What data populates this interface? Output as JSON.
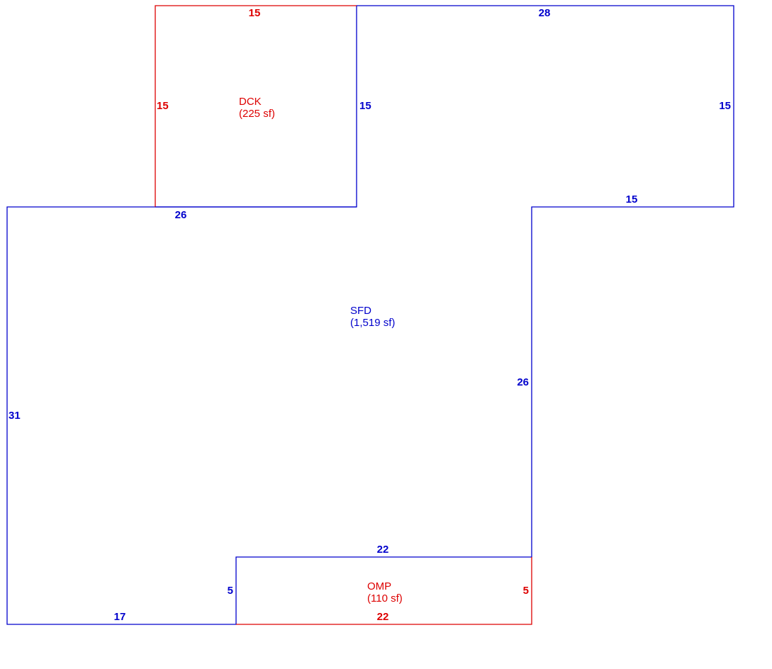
{
  "colors": {
    "main": "#0000cc",
    "addition": "#dd0000",
    "background": "#ffffff"
  },
  "areas": {
    "sfd": {
      "code": "SFD",
      "area": "(1,519 sf)"
    },
    "dck": {
      "code": "DCK",
      "area": "(225 sf)"
    },
    "omp": {
      "code": "OMP",
      "area": "(110 sf)"
    }
  },
  "dimensions": {
    "dck_top": "15",
    "dck_left": "15",
    "dck_right": "15",
    "sfd_top_right": "28",
    "sfd_right_upper": "15",
    "sfd_step": "15",
    "sfd_top_left": "26",
    "sfd_left": "31",
    "sfd_right_lower": "26",
    "sfd_bottom_left": "17",
    "omp_top": "22",
    "omp_left": "5",
    "omp_right": "5",
    "omp_bottom": "22"
  }
}
